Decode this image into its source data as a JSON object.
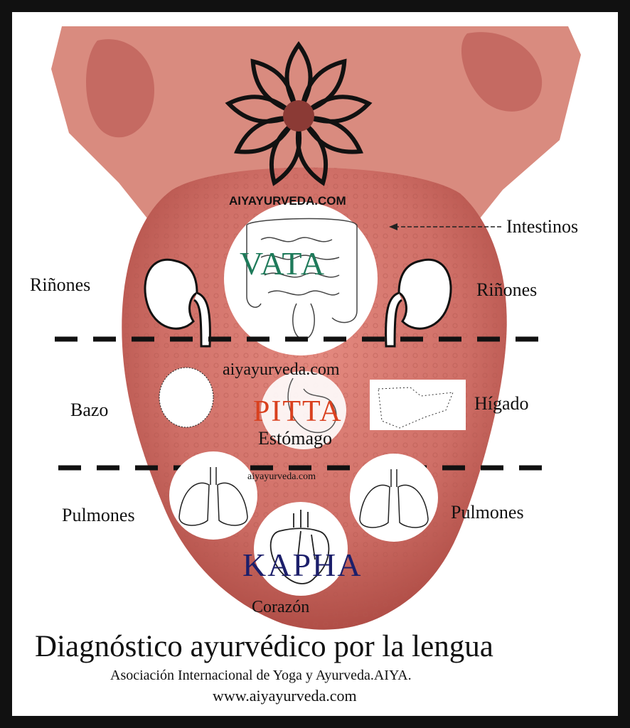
{
  "brand": {
    "logo_text": "AIYAYURVEDA.COM",
    "watermark_1": "aiyayurveda.com",
    "watermark_2": "aiyayurveda.com"
  },
  "doshas": {
    "vata": "VATA",
    "pitta": "PITTA",
    "kapha": "KAPHA"
  },
  "labels": {
    "intestinos": "Intestinos",
    "rinones_left": "Riñones",
    "rinones_right": "Riñones",
    "bazo": "Bazo",
    "higado": "Hígado",
    "estomago": "Estómago",
    "pulmones_left": "Pulmones",
    "pulmones_right": "Pulmones",
    "corazon": "Corazón"
  },
  "footer": {
    "title": "Diagnóstico ayurvédico por la lengua",
    "subtitle": "Asociación Internacional de Yoga y Ayurveda.AIYA.",
    "url": "www.aiyayurveda.com"
  },
  "colors": {
    "vata": "#1e7a5a",
    "pitta": "#d9401e",
    "kapha": "#1c1f6b",
    "tongue": "#cf6f67",
    "tongue_dark": "#a9463f"
  },
  "icons": [
    "lotus-mandala-icon",
    "intestines-icon",
    "kidney-icon",
    "spleen-icon",
    "stomach-icon",
    "liver-icon",
    "lungs-icon",
    "heart-icon",
    "arrow-left-icon"
  ]
}
